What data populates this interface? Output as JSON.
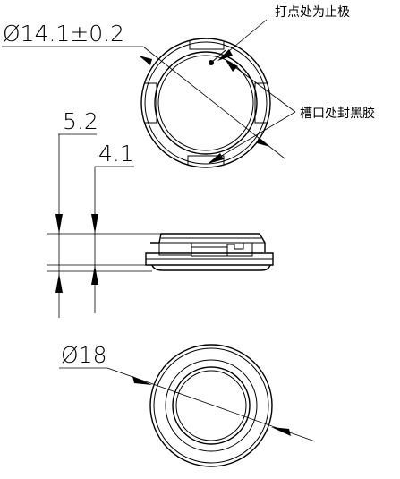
{
  "dimensions": {
    "outer_ring_diameter": "Ø14.1±0.2",
    "height_total": "5.2",
    "height_body": "4.1",
    "bottom_diameter": "Ø18"
  },
  "annotations": {
    "dot_stop_mark": "打点处为止极",
    "slot_sealant": "槽口处封黑胶"
  }
}
